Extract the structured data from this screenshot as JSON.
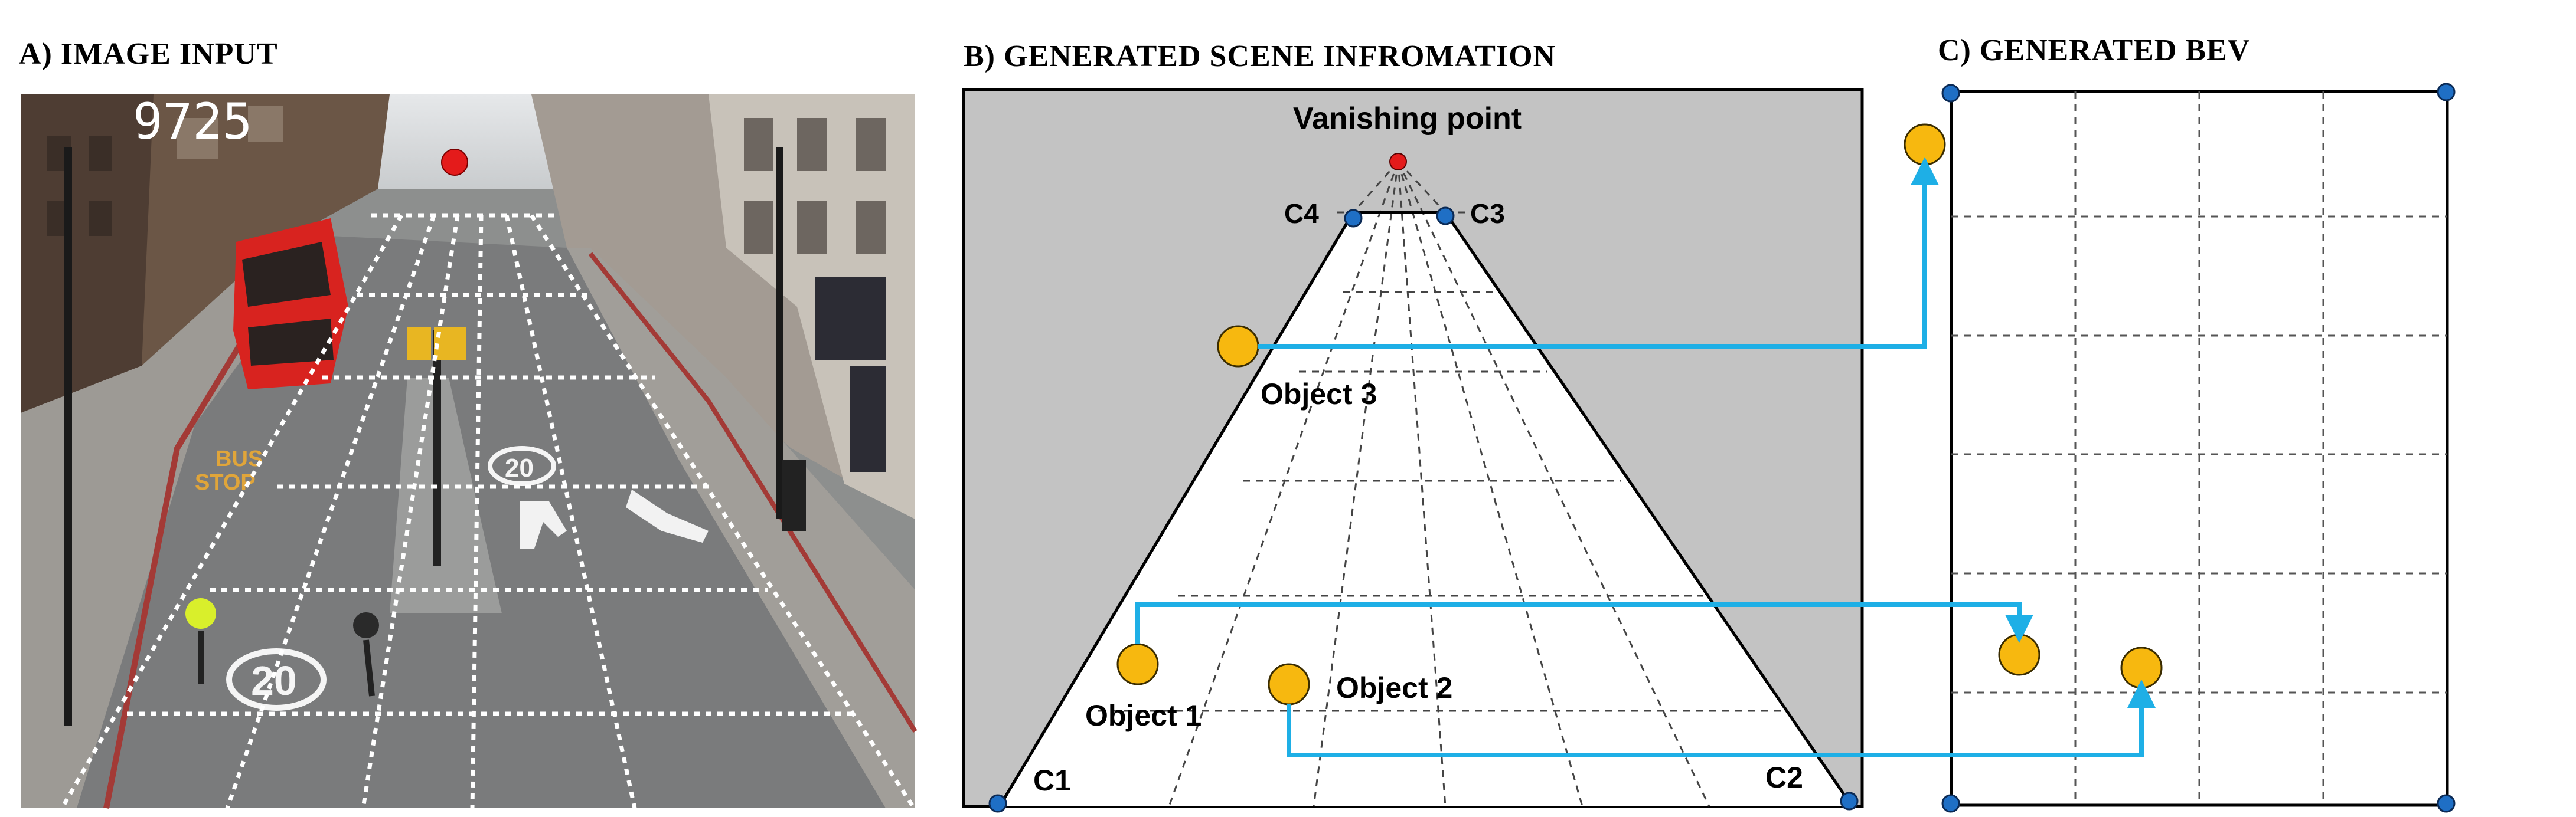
{
  "panels": {
    "a_title": "A) IMAGE INPUT",
    "b_title": "B) GENERATED SCENE INFROMATION",
    "c_title": "C) GENERATED BEV"
  },
  "image_input": {
    "frame_number": "9725",
    "road_markings": [
      "BUS",
      "STOP",
      "20",
      "20"
    ]
  },
  "scene": {
    "vanishing_point_label": "Vanishing point",
    "corner_labels": {
      "c1": "C1",
      "c2": "C2",
      "c3": "C3",
      "c4": "C4"
    },
    "objects": [
      "Object 1",
      "Object 2",
      "Object 3"
    ]
  },
  "colors": {
    "object_fill": "#F7B80F",
    "object_stroke": "#3a2c00",
    "arrow": "#1EAFE6",
    "vanishing_point": "#E41B1B",
    "corner_point": "#1F6FC5",
    "scene_background": "#C3C3C3"
  }
}
